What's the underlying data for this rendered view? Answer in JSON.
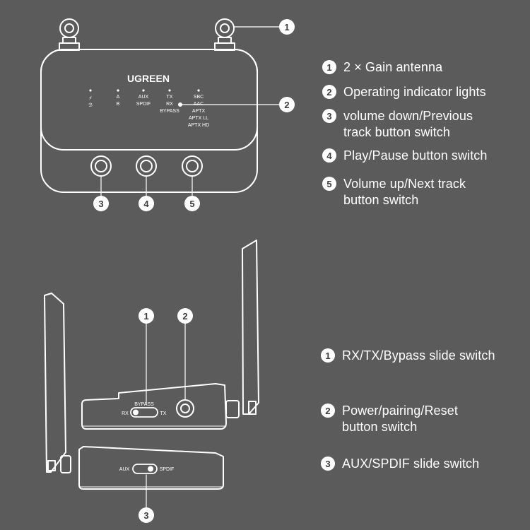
{
  "device_top": {
    "brand": "UGREEN",
    "indicators": {
      "col1": [
        "⚡",
        "ℬ"
      ],
      "col2": [
        "A",
        "B"
      ],
      "col3": [
        "AUX",
        "SPDIF"
      ],
      "col4": [
        "TX",
        "RX",
        "BYPASS"
      ],
      "col5": [
        "SBC",
        "AAC",
        "APTX",
        "APTX LL",
        "APTX HD"
      ]
    },
    "callouts": [
      "1",
      "2",
      "3",
      "4",
      "5"
    ]
  },
  "legend_top": [
    {
      "num": "1",
      "text": "2 × Gain antenna"
    },
    {
      "num": "2",
      "text": "Operating indicator lights"
    },
    {
      "num": "3",
      "text": "volume down/Previous\ntrack button switch"
    },
    {
      "num": "4",
      "text": "Play/Pause button switch"
    },
    {
      "num": "5",
      "text": "Volume up/Next track\nbutton switch"
    }
  ],
  "device_side": {
    "upper_switch": {
      "top": "BYPASS",
      "left": "RX",
      "right": "TX"
    },
    "lower_switch": {
      "left": "AUX",
      "right": "SPDIF"
    },
    "callouts": [
      "1",
      "2",
      "3"
    ]
  },
  "legend_bottom": [
    {
      "num": "1",
      "text": "RX/TX/Bypass slide switch"
    },
    {
      "num": "2",
      "text": "Power/pairing/Reset\nbutton switch"
    },
    {
      "num": "3",
      "text": "AUX/SPDIF slide switch"
    }
  ],
  "colors": {
    "background": "#5b5b5b",
    "line": "#ffffff",
    "badge_text": "#3c3c3c"
  }
}
